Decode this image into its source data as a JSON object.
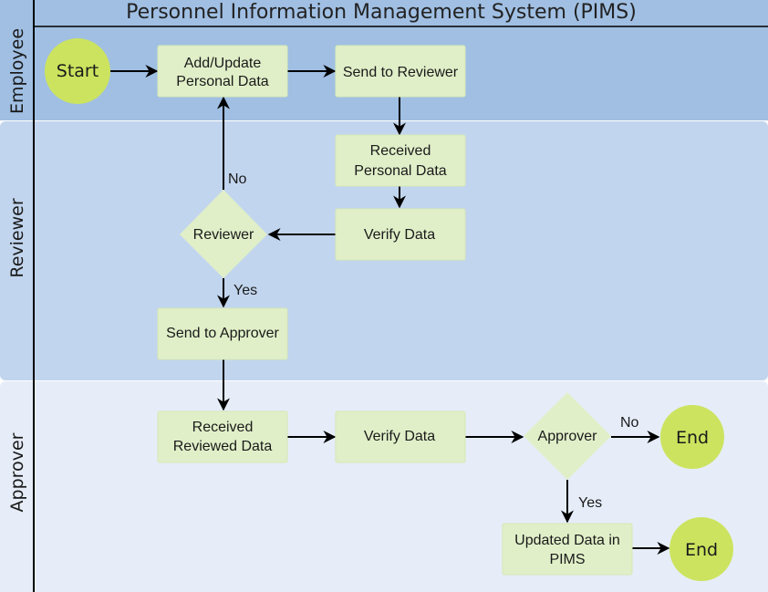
{
  "title": "Personnel Information Management System (PIMS)",
  "colors": {
    "lane_employee": "#a0bfe3",
    "lane_reviewer": "#c2d5ee",
    "lane_approver": "#e6edf8",
    "process_fill": "#e0efc8",
    "terminal_fill": "#cce35f",
    "line": "#000000"
  },
  "lanes": [
    {
      "label": "Employee"
    },
    {
      "label": "Reviewer"
    },
    {
      "label": "Approver"
    }
  ],
  "nodes": {
    "start": "Start",
    "add_update": [
      "Add/Update",
      "Personal Data"
    ],
    "send_reviewer": "Send to Reviewer",
    "received_personal": [
      "Received",
      "Personal Data"
    ],
    "verify_reviewer": "Verify Data",
    "reviewer_decision": "Reviewer",
    "send_approver": "Send to Approver",
    "received_reviewed": [
      "Received",
      "Reviewed Data"
    ],
    "verify_approver": "Verify Data",
    "approver_decision": "Approver",
    "end_no": "End",
    "updated_pims": [
      "Updated Data in",
      "PIMS"
    ],
    "end_yes": "End"
  },
  "edge_labels": {
    "reviewer_no": "No",
    "reviewer_yes": "Yes",
    "approver_no": "No",
    "approver_yes": "Yes"
  }
}
